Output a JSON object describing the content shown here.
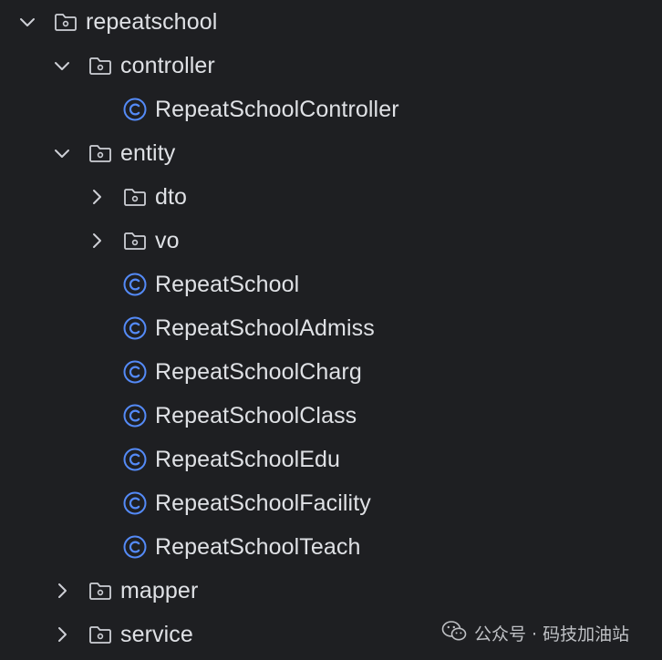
{
  "tree": {
    "items": [
      {
        "label": "repeatschool",
        "type": "folder",
        "expanded": true
      },
      {
        "label": "controller",
        "type": "folder",
        "expanded": true
      },
      {
        "label": "RepeatSchoolController",
        "type": "class"
      },
      {
        "label": "entity",
        "type": "folder",
        "expanded": true
      },
      {
        "label": "dto",
        "type": "folder",
        "expanded": false
      },
      {
        "label": "vo",
        "type": "folder",
        "expanded": false
      },
      {
        "label": "RepeatSchool",
        "type": "class"
      },
      {
        "label": "RepeatSchoolAdmiss",
        "type": "class"
      },
      {
        "label": "RepeatSchoolCharg",
        "type": "class"
      },
      {
        "label": "RepeatSchoolClass",
        "type": "class"
      },
      {
        "label": "RepeatSchoolEdu",
        "type": "class"
      },
      {
        "label": "RepeatSchoolFacility",
        "type": "class"
      },
      {
        "label": "RepeatSchoolTeach",
        "type": "class"
      },
      {
        "label": "mapper",
        "type": "folder",
        "expanded": false
      },
      {
        "label": "service",
        "type": "folder",
        "expanded": false
      }
    ]
  },
  "watermark": {
    "text": "公众号 · 码技加油站",
    "icon": "wechat-icon"
  },
  "colors": {
    "background": "#1e1f22",
    "text": "#dfe1e5",
    "icon_gray": "#ced0d6",
    "class_blue": "#548af7"
  }
}
